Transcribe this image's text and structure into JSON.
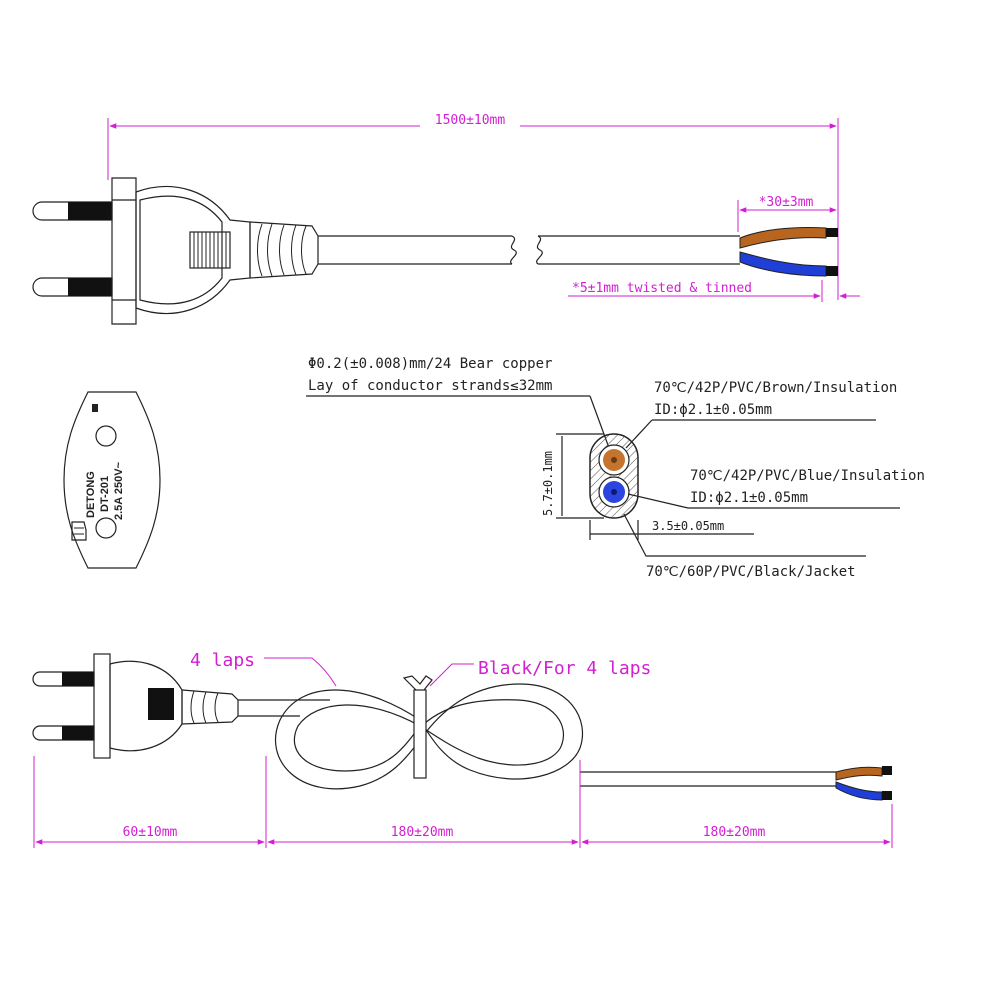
{
  "colors": {
    "dimension": "#d21fd2",
    "line": "#222222",
    "brown_wire": "#b8651f",
    "blue_wire": "#1f3fd6",
    "brown_core": "#c4742e",
    "blue_core": "#2c45e0"
  },
  "top_view": {
    "total_length": "1500±10mm",
    "strip_length": "*30±3mm",
    "twisted_note": "*5±1mm twisted & tinned"
  },
  "plug_face": {
    "brand": "DETONG",
    "model": "DT-201",
    "rating": "2.5A 250V~"
  },
  "cross_section": {
    "conductor_spec": "Φ0.2(±0.008)mm/24 Bear copper",
    "lay_spec": "Lay of conductor strands≤32mm",
    "brown_insulation": "70℃/42P/PVC/Brown/Insulation",
    "brown_id": "ID:ϕ2.1±0.05mm",
    "blue_insulation": "70℃/42P/PVC/Blue/Insulation",
    "blue_id": "ID:ϕ2.1±0.05mm",
    "height": "5.7±0.1mm",
    "width": "3.5±0.05mm",
    "jacket": "70℃/60P/PVC/Black/Jacket"
  },
  "bottom_view": {
    "laps_label": "4 laps",
    "tie_label": "Black/For 4 laps",
    "dim_plug": "60±10mm",
    "dim_coil": "180±20mm",
    "dim_tail": "180±20mm"
  }
}
